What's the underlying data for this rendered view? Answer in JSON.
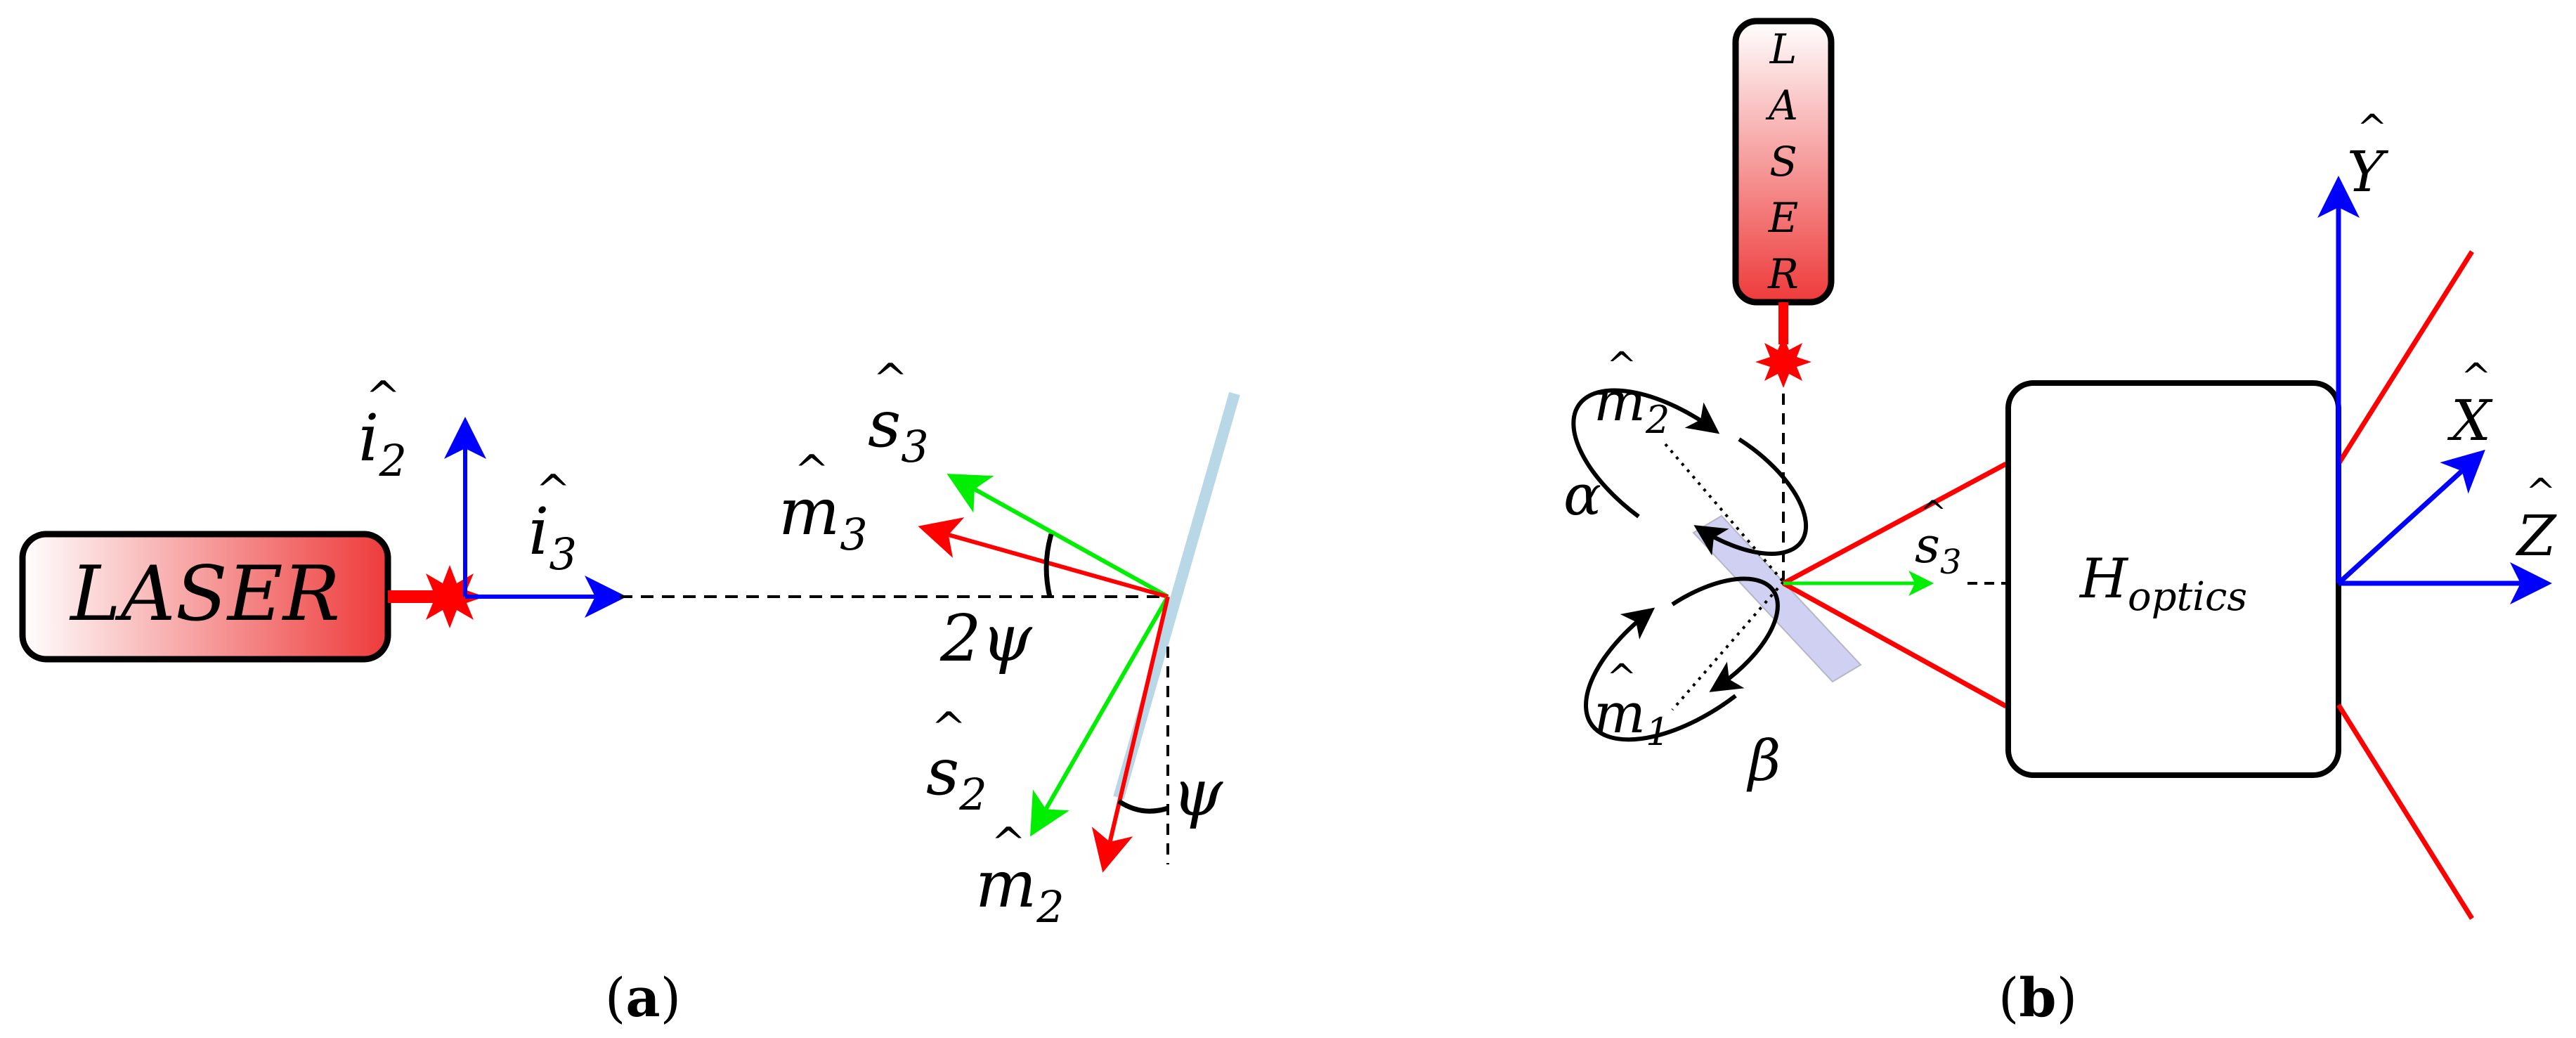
{
  "panel_a": {
    "laser_label": "LASER",
    "i2": "i",
    "i2_sub": "2",
    "i3": "i",
    "i3_sub": "3",
    "s3": "s",
    "s3_sub": "3",
    "m3": "m",
    "m3_sub": "3",
    "two_psi": "2ψ",
    "s2": "s",
    "s2_sub": "2",
    "m2": "m",
    "m2_sub": "2",
    "psi": "ψ",
    "caption_open": "(",
    "caption_letter": "a",
    "caption_close": ")"
  },
  "panel_b": {
    "laser_letters": [
      "L",
      "A",
      "S",
      "E",
      "R"
    ],
    "m2": "m",
    "m2_sub": "2",
    "alpha": "α",
    "m1": "m",
    "m1_sub": "1",
    "beta": "β",
    "s3": "s",
    "s3_sub": "3",
    "h_optics": "H",
    "h_optics_sub": "optics",
    "y_axis": "Y",
    "x_axis": "X",
    "z_axis": "Z",
    "caption_open": "(",
    "caption_letter": "b",
    "caption_close": ")"
  },
  "colors": {
    "red": "#ff0000",
    "green": "#00ee00",
    "blue": "#0000ff",
    "mirror_a": "#b8d8e8",
    "mirror_b": "#c8c8f0"
  }
}
